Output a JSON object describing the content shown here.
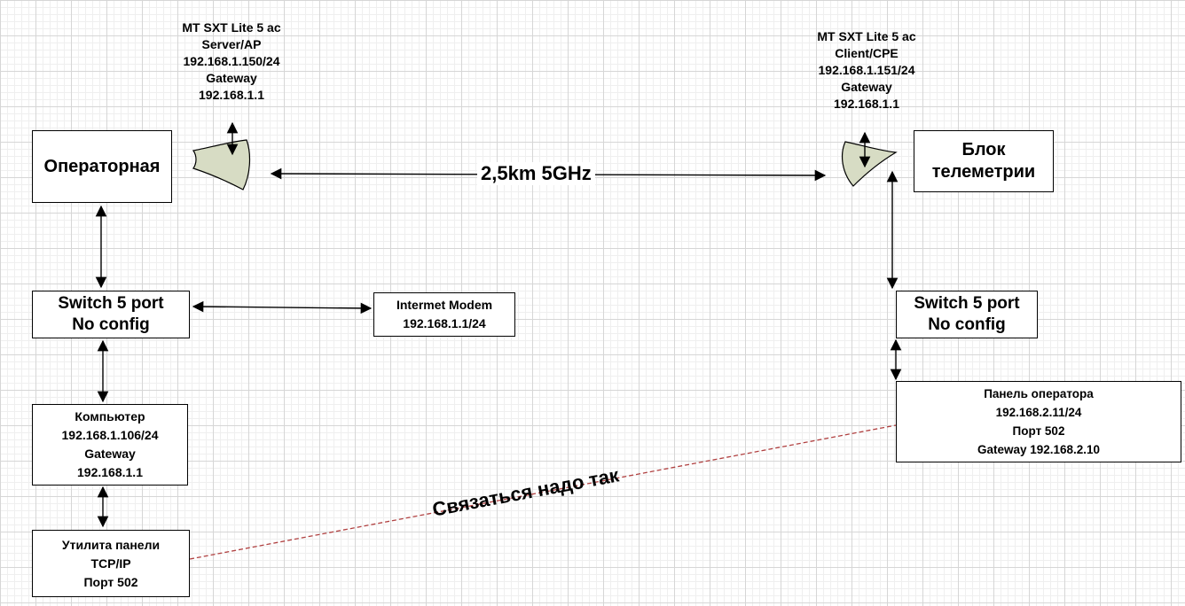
{
  "antennas": {
    "left": {
      "lines": [
        "MT SXT Lite 5 ac",
        "Server/AP",
        "192.168.1.150/24",
        "Gateway",
        "192.168.1.1"
      ],
      "icon": "sector-antenna-icon"
    },
    "right": {
      "lines": [
        "MT SXT Lite 5 ac",
        "Client/CPE",
        "192.168.1.151/24",
        "Gateway",
        "192.168.1.1"
      ],
      "icon": "sector-antenna-icon"
    },
    "fill_color": "#d7dcc4"
  },
  "nodes": {
    "operator_room": {
      "lines": [
        "Операторная"
      ]
    },
    "telemetry": {
      "lines": [
        "Блок",
        "телеметрии"
      ]
    },
    "switch_left": {
      "lines": [
        "Switch 5 port",
        "No config"
      ]
    },
    "switch_right": {
      "lines": [
        "Switch 5 port",
        "No config"
      ]
    },
    "modem": {
      "lines": [
        "Intermet Modem",
        "192.168.1.1/24"
      ]
    },
    "computer": {
      "lines": [
        "Компьютер",
        "192.168.1.106/24",
        "Gateway",
        "192.168.1.1"
      ]
    },
    "panel_utility": {
      "lines": [
        "Утилита панели",
        "TCP/IP",
        "Порт 502"
      ]
    },
    "operator_panel": {
      "lines": [
        "Панель оператора",
        "192.168.2.11/24",
        "Порт 502",
        "Gateway 192.168.2.10"
      ]
    }
  },
  "links": {
    "wireless_label": "2,5km 5GHz",
    "desired_label": "Связаться надо так",
    "desired_color": "#b04040"
  }
}
